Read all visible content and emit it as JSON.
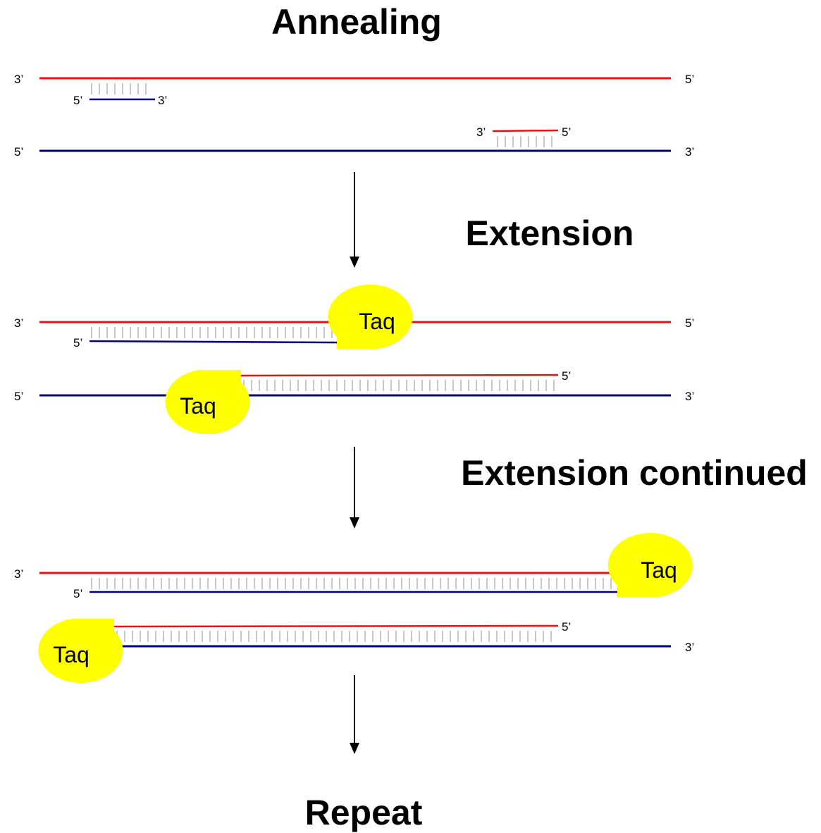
{
  "headings": {
    "annealing": "Annealing",
    "extension": "Extension",
    "extension_continued": "Extension  continued",
    "repeat": "Repeat"
  },
  "end_labels": {
    "three_prime": "3’",
    "five_prime": "5’"
  },
  "enzyme": {
    "label": "Taq",
    "color": "#ffff00"
  },
  "colors": {
    "template_top_strand": "#ee1111",
    "template_bottom_strand": "#000080",
    "base_pair_ticks": "#c8c8c8"
  }
}
